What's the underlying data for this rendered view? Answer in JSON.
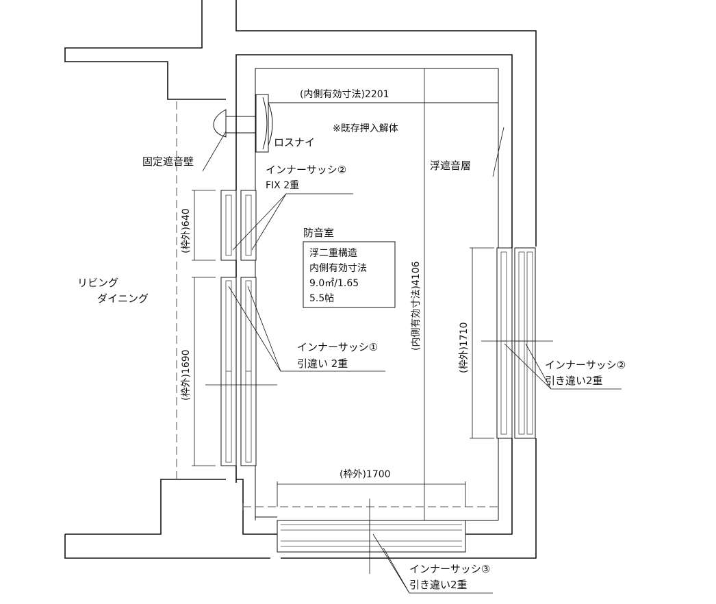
{
  "labels": {
    "inner_width": "(内側有効寸法)2201",
    "existing_closet": "※既存押入解体",
    "rosnai": "ロスナイ",
    "fixed_wall": "固定遮音壁",
    "floating_layer": "浮遮音層",
    "inner_sash2_top": "インナーサッシ②",
    "fix_double": "FIX 2重",
    "frame_640": "(枠外)640",
    "room_title": "防音室",
    "room_lines": [
      "浮二重構造",
      "内側有効寸法",
      "9.0㎡/1.65",
      "5.5帖"
    ],
    "inner_length": "(内側有効寸法)4106",
    "living": "リビング",
    "dining": "ダイニング",
    "inner_sash1": "インナーサッシ①",
    "sliding_double_1": "引違い 2重",
    "frame_1690": "(枠外)1690",
    "frame_1710": "(枠外)1710",
    "inner_sash2_right": "インナーサッシ②",
    "sliding_double_2": "引き違い2重",
    "frame_1700": "(枠外)1700",
    "inner_sash3": "インナーサッシ③",
    "sliding_double_3": "引き違い2重"
  }
}
